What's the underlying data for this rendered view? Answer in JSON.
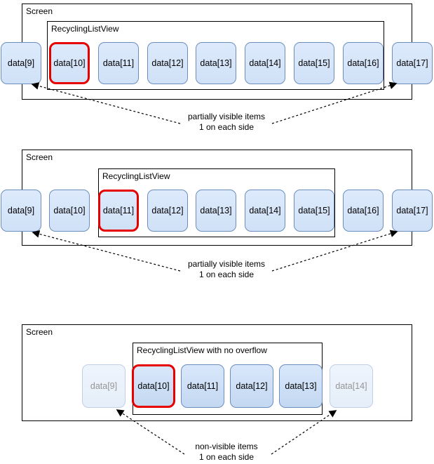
{
  "colors": {
    "item_fill": "#dae8fc",
    "item_border": "#6c8ebf",
    "highlight_border": "#e60000",
    "frame_border": "#000000",
    "arrow": "#000000"
  },
  "panels": [
    {
      "screen_label": "Screen",
      "listview_label": "RecyclingListView",
      "items": [
        {
          "label": "data[9]",
          "state": "partially-visible"
        },
        {
          "label": "data[10]",
          "state": "highlighted"
        },
        {
          "label": "data[11]",
          "state": "normal"
        },
        {
          "label": "data[12]",
          "state": "normal"
        },
        {
          "label": "data[13]",
          "state": "normal"
        },
        {
          "label": "data[14]",
          "state": "normal"
        },
        {
          "label": "data[15]",
          "state": "normal"
        },
        {
          "label": "data[16]",
          "state": "normal"
        },
        {
          "label": "data[17]",
          "state": "partially-visible"
        }
      ],
      "caption": {
        "line1": "partially visible items",
        "line2": "1 on each side"
      }
    },
    {
      "screen_label": "Screen",
      "listview_label": "RecyclingListView",
      "items": [
        {
          "label": "data[9]",
          "state": "partially-visible"
        },
        {
          "label": "data[10]",
          "state": "normal"
        },
        {
          "label": "data[11]",
          "state": "highlighted"
        },
        {
          "label": "data[12]",
          "state": "normal"
        },
        {
          "label": "data[13]",
          "state": "normal"
        },
        {
          "label": "data[14]",
          "state": "normal"
        },
        {
          "label": "data[15]",
          "state": "normal"
        },
        {
          "label": "data[16]",
          "state": "normal"
        },
        {
          "label": "data[17]",
          "state": "partially-visible"
        }
      ],
      "caption": {
        "line1": "partially visible items",
        "line2": "1 on each side"
      }
    },
    {
      "screen_label": "Screen",
      "listview_label": "RecyclingListView with no overflow",
      "items": [
        {
          "label": "data[9]",
          "state": "non-visible"
        },
        {
          "label": "data[10]",
          "state": "highlighted"
        },
        {
          "label": "data[11]",
          "state": "normal"
        },
        {
          "label": "data[12]",
          "state": "normal"
        },
        {
          "label": "data[13]",
          "state": "normal"
        },
        {
          "label": "data[14]",
          "state": "non-visible"
        }
      ],
      "caption": {
        "line1": "non-visible items",
        "line2": "1 on each side"
      }
    }
  ]
}
